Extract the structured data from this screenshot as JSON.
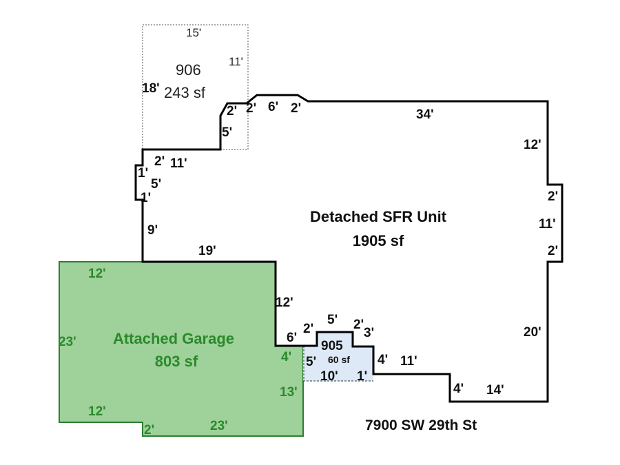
{
  "annex_906": {
    "id": "906",
    "area": "243 sf",
    "dims": [
      "15'",
      "11'",
      "18'"
    ]
  },
  "main": {
    "title": "Detached SFR Unit",
    "area": "1905 sf",
    "dims": [
      "2'",
      "2'",
      "6'",
      "2'",
      "34'",
      "12'",
      "2'",
      "11'",
      "2'",
      "20'",
      "14'",
      "4'",
      "11'",
      "4'",
      "3'",
      "2'",
      "5'",
      "2'",
      "6'",
      "12'",
      "19'",
      "9'",
      "5'",
      "1'",
      "1'",
      "2'",
      "11'",
      "5'"
    ]
  },
  "garage": {
    "title": "Attached Garage",
    "area": "803 sf",
    "dims": [
      "12'",
      "23'",
      "12'",
      "2'",
      "23'",
      "13'",
      "4'"
    ]
  },
  "annex_905": {
    "id": "905",
    "area": "60 sf",
    "dims": [
      "5'",
      "10'",
      "1'"
    ]
  },
  "address": "7900 SW 29th St",
  "colors": {
    "garage_fill": "#9fd19b",
    "garage_stroke": "#2e7d32",
    "annex_fill": "#dde9f6"
  }
}
